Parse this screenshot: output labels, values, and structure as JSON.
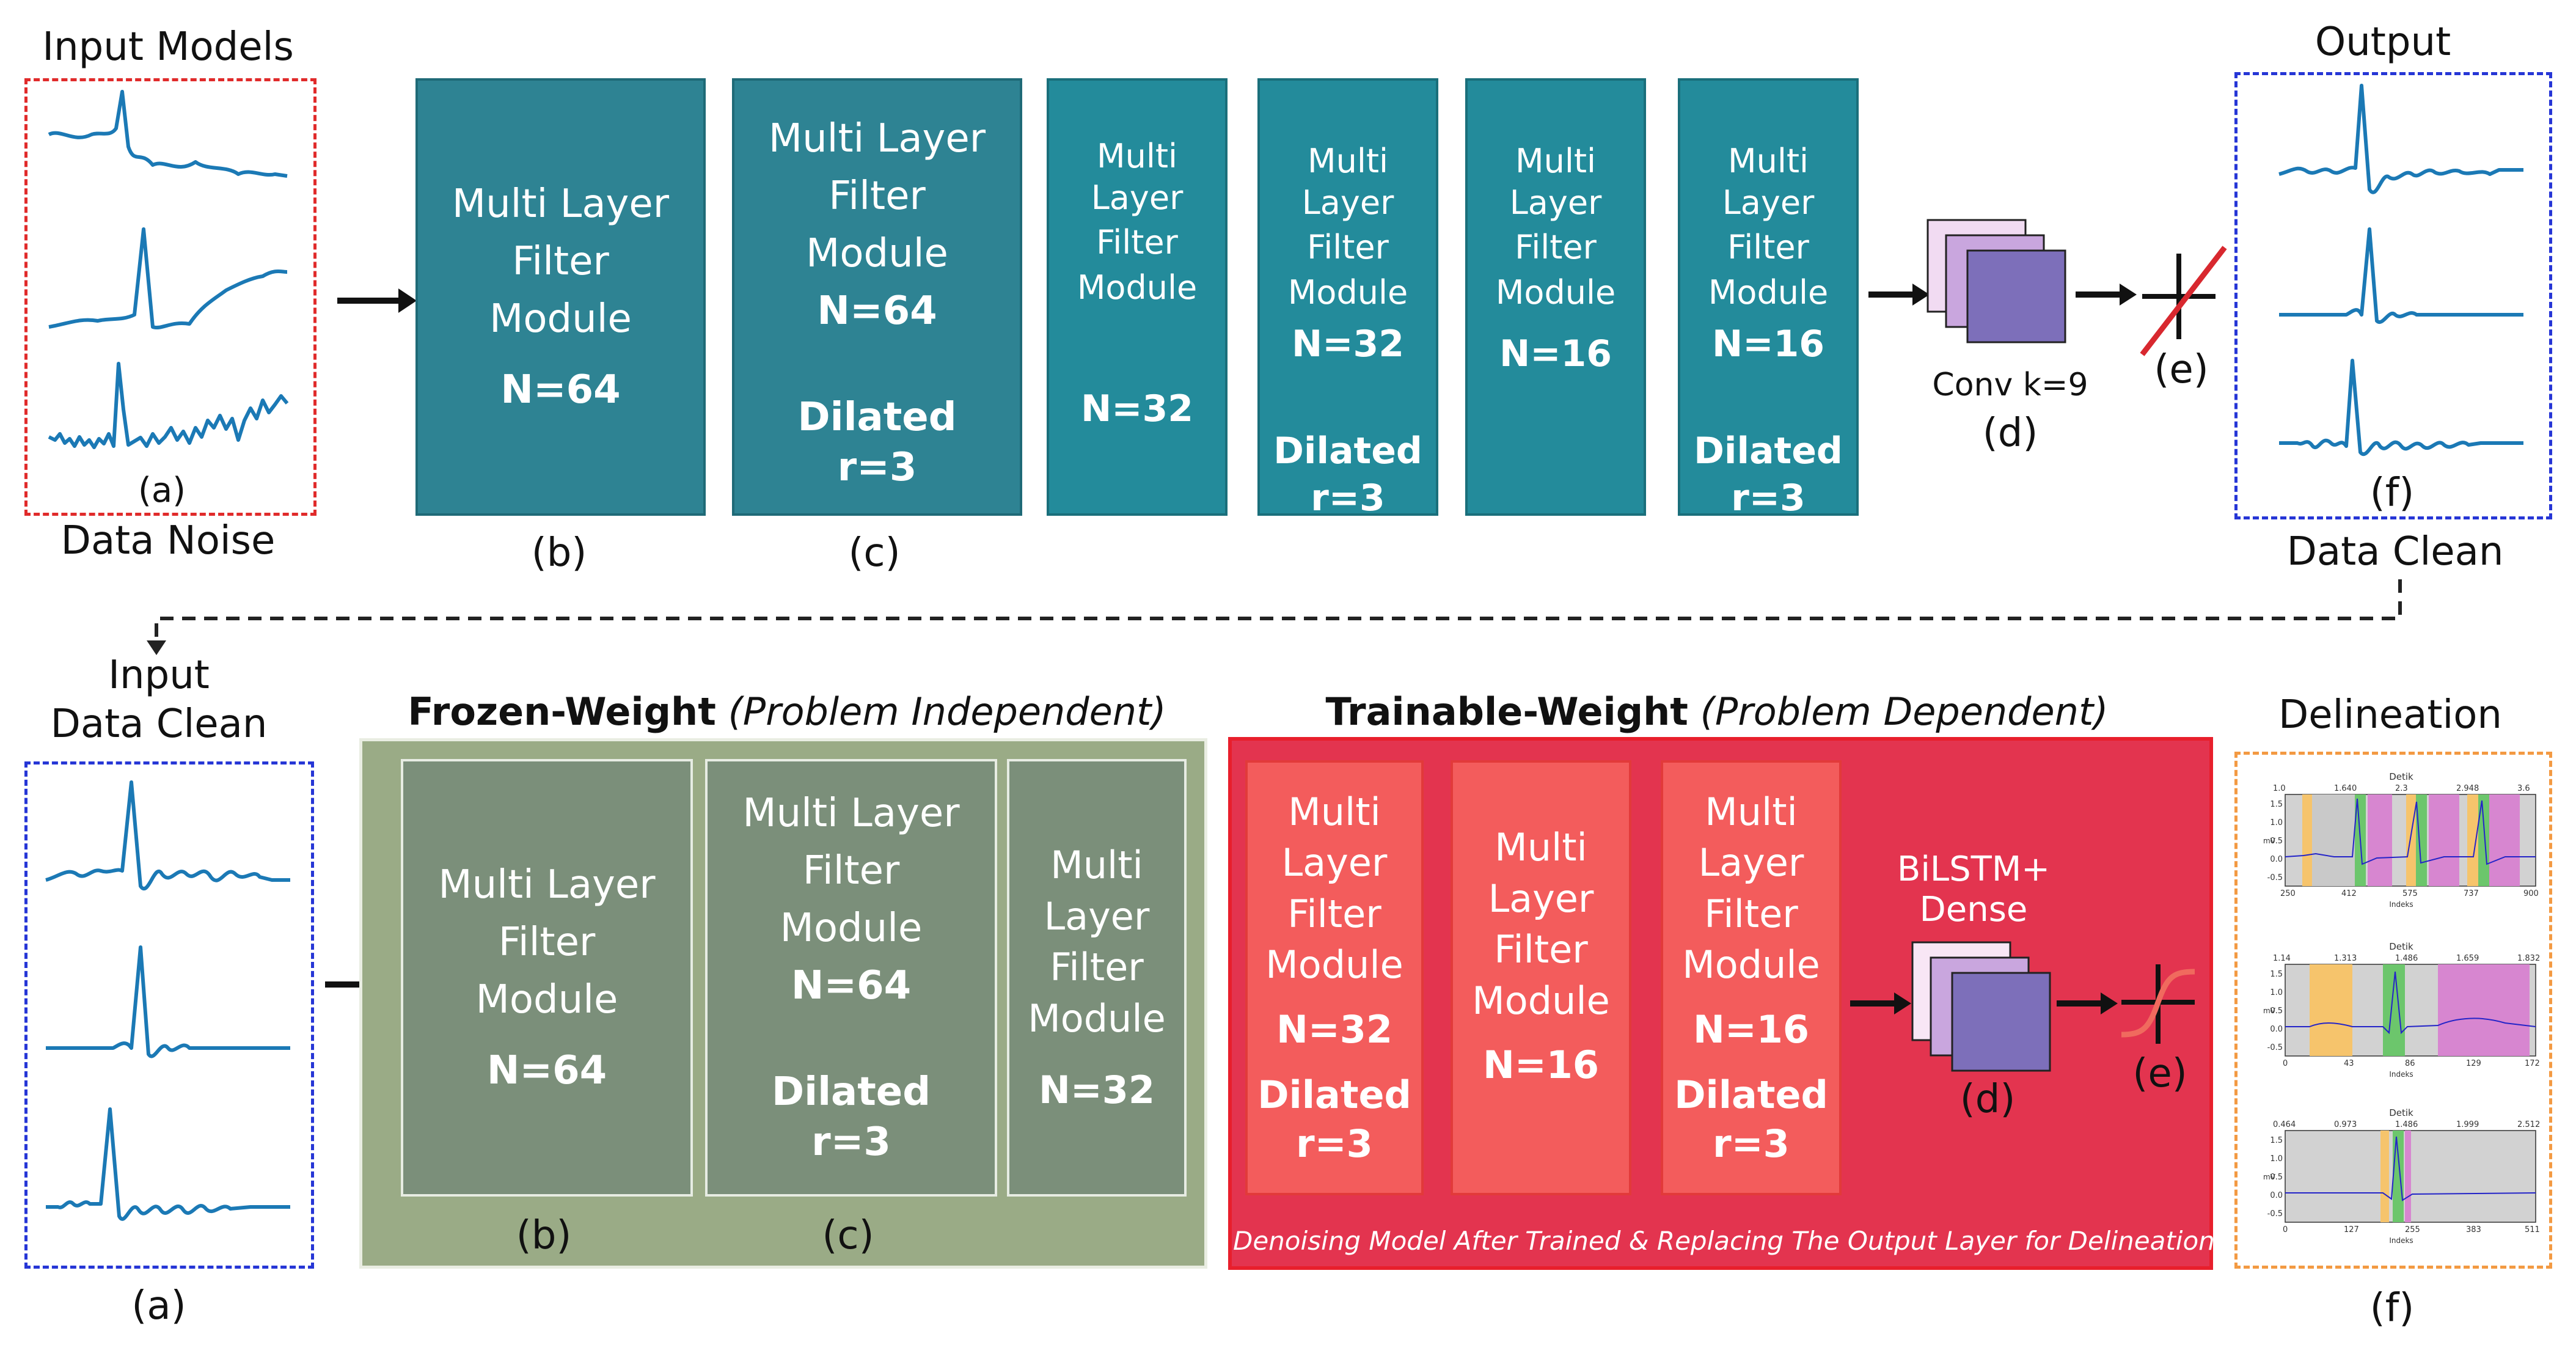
{
  "top": {
    "input_models": "Input Models",
    "data_noise": "Data Noise",
    "output": "Output",
    "data_clean": "Data Clean",
    "label_a": "(a)",
    "label_b": "(b)",
    "label_c": "(c)",
    "label_d": "(d)",
    "label_e": "(e)",
    "label_f": "(f)",
    "conv": "Conv k=9",
    "blocks": [
      {
        "l1": "Multi Layer",
        "l2": "Filter",
        "l3": "Module",
        "n": "N=64",
        "d1": "",
        "d2": ""
      },
      {
        "l1": "Multi Layer",
        "l2": "Filter",
        "l3": "Module",
        "n": "N=64",
        "d1": "Dilated",
        "d2": "r=3"
      },
      {
        "l1": "Multi Layer",
        "l2": "Filter",
        "l3": "Module",
        "n": "N=32",
        "d1": "",
        "d2": ""
      },
      {
        "l1": "Multi Layer",
        "l2": "Filter",
        "l3": "Module",
        "n": "N=32",
        "d1": "Dilated",
        "d2": "r=3"
      },
      {
        "l1": "Multi Layer",
        "l2": "Filter",
        "l3": "Module",
        "n": "N=16",
        "d1": "",
        "d2": ""
      },
      {
        "l1": "Multi Layer",
        "l2": "Filter",
        "l3": "Module",
        "n": "N=16",
        "d1": "Dilated",
        "d2": "r=3"
      }
    ]
  },
  "bottom": {
    "input_line1": "Input",
    "input_line2": "Data Clean",
    "frozen_bold": "Frozen-Weight",
    "frozen_italic": "(Problem Independent)",
    "trainable_bold": "Trainable-Weight",
    "trainable_italic": "(Problem Dependent)",
    "delineation": "Delineation",
    "label_a": "(a)",
    "label_b": "(b)",
    "label_c": "(c)",
    "label_d": "(d)",
    "label_e": "(e)",
    "label_f": "(f)",
    "bilstm1": "BiLSTM+",
    "bilstm2": "Dense",
    "caption": "Denoising Model After Trained & Replacing The Output Layer for Delineation",
    "frozen_blocks": [
      {
        "l1": "Multi Layer",
        "l2": "Filter",
        "l3": "Module",
        "n": "N=64",
        "d1": "",
        "d2": ""
      },
      {
        "l1": "Multi Layer",
        "l2": "Filter",
        "l3": "Module",
        "n": "N=64",
        "d1": "Dilated",
        "d2": "r=3"
      },
      {
        "l1": "Multi",
        "l2": "Layer",
        "l3": "Filter",
        "l4": "Module",
        "n": "N=32"
      }
    ],
    "train_blocks": [
      {
        "l1": "Multi",
        "l2": "Layer",
        "l3": "Filter",
        "l4": "Module",
        "n": "N=32",
        "d1": "Dilated",
        "d2": "r=3"
      },
      {
        "l1": "Multi",
        "l2": "Layer",
        "l3": "Filter",
        "l4": "Module",
        "n": "N=16"
      },
      {
        "l1": "Multi",
        "l2": "Layer",
        "l3": "Filter",
        "l4": "Module",
        "n": "N=16",
        "d1": "Dilated",
        "d2": "r=3"
      }
    ],
    "mini_plots": [
      {
        "title": "Detik",
        "ylabel": "mV",
        "xlabel": "Indeks",
        "top_ticks": [
          "1.0",
          "1.640",
          "2.3",
          "2.948",
          "3.6"
        ],
        "bottom_ticks": [
          "250",
          "412",
          "575",
          "737",
          "900"
        ],
        "y_ticks": [
          "1.5",
          "1.0",
          "0.5",
          "0.0",
          "-0.5"
        ]
      },
      {
        "title": "Detik",
        "ylabel": "mV",
        "xlabel": "Indeks",
        "top_ticks": [
          "1.14",
          "1.313",
          "1.486",
          "1.659",
          "1.832"
        ],
        "bottom_ticks": [
          "0",
          "43",
          "86",
          "129",
          "172"
        ],
        "y_ticks": [
          "1.5",
          "1.0",
          "0.5",
          "0.0",
          "-0.5"
        ]
      },
      {
        "title": "Detik",
        "ylabel": "mV",
        "xlabel": "Indeks",
        "top_ticks": [
          "0.464",
          "0.973",
          "1.486",
          "1.999",
          "2.512"
        ],
        "bottom_ticks": [
          "0",
          "127",
          "255",
          "383",
          "511"
        ],
        "y_ticks": [
          "1.5",
          "1.0",
          "0.5",
          "0.0",
          "-0.5"
        ]
      }
    ]
  },
  "colors": {
    "teal": "#2e8393",
    "frozen_bg": "#9aab86",
    "frozen_block": "#7b8f7a",
    "trainable_bg": "#e3344f",
    "trainable_block": "#f35c5c",
    "wave": "#1b79b5",
    "red_dash": "#e02b2b",
    "blue_dash": "#2636d6",
    "orange_dash": "#f39a43"
  }
}
